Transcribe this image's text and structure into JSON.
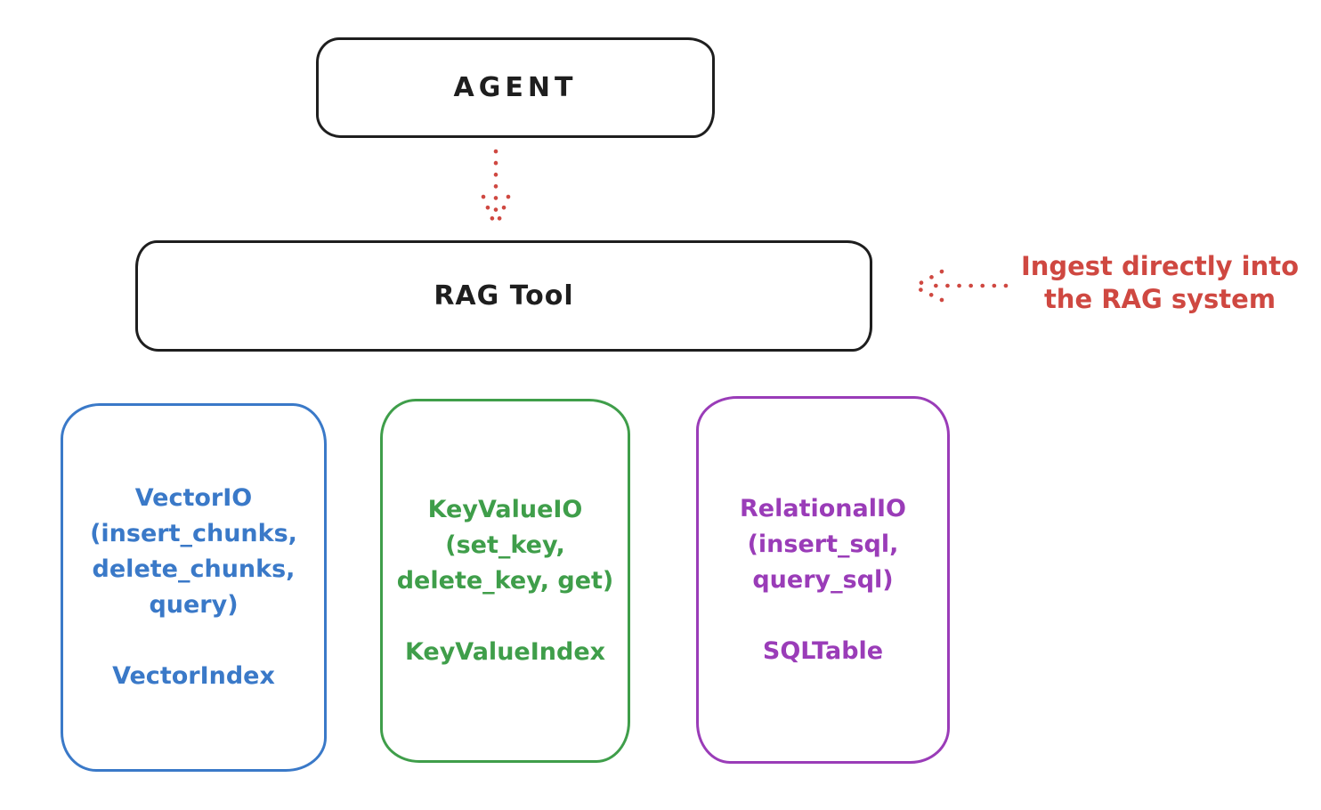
{
  "colors": {
    "background": "#ffffff",
    "ink": "#1e1e1e",
    "red": "#cf4841",
    "blue": "#3a79c8",
    "green": "#3f9e4a",
    "purple": "#9a3cb8"
  },
  "nodes": {
    "agent": {
      "label": "AGENT"
    },
    "rag_tool": {
      "label": "RAG Tool"
    },
    "vector_io": {
      "title_lines": [
        "VectorIO",
        "(insert_chunks,",
        "delete_chunks,",
        "query)"
      ],
      "index_label": "VectorIndex",
      "accent": "#3a79c8"
    },
    "keyvalue_io": {
      "title_lines": [
        "KeyValueIO",
        "(set_key,",
        "delete_key, get)"
      ],
      "index_label": "KeyValueIndex",
      "accent": "#3f9e4a"
    },
    "relational_io": {
      "title_lines": [
        "RelationalIO",
        "(insert_sql,",
        "query_sql)"
      ],
      "index_label": "SQLTable",
      "accent": "#9a3cb8"
    }
  },
  "annotation": {
    "line1": "Ingest directly into",
    "line2": "the RAG system"
  },
  "edges": [
    {
      "from": "AGENT",
      "to": "RAG Tool",
      "style": "dotted-arrow",
      "color": "#cf4841"
    },
    {
      "from": "Ingest annotation",
      "to": "RAG Tool",
      "style": "dotted-arrow",
      "color": "#cf4841"
    }
  ]
}
